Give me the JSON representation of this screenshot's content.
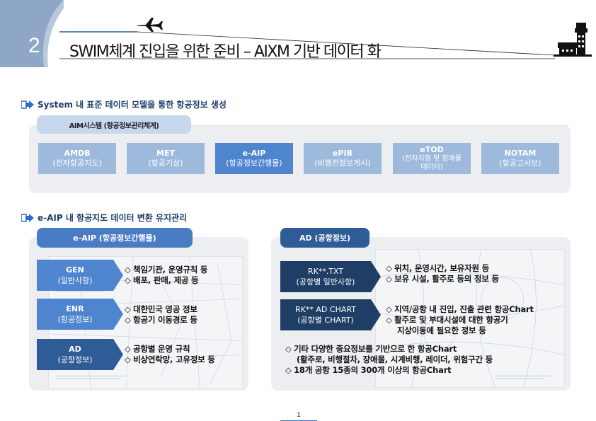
{
  "slide": {
    "number": "2",
    "title": "SWIM체계 진입을 위한 준비 – AIXM 기반 데이터 화",
    "page_number": "1"
  },
  "colors": {
    "header_blue": "#8ea7c6",
    "active_blue": "#4f84cf",
    "light_blue": "#9db9dc",
    "dark_blue": "#1f3e66",
    "mid_blue": "#4a7cc4",
    "section_text": "#1f3f6e"
  },
  "section1": {
    "heading": "System 내 표준 데이터 모델을 통한 항공정보 생성",
    "tag": "AIM시스템 (항공정보관리체계)",
    "systems": [
      {
        "name": "AMDB",
        "sub": "(전자항공지도)"
      },
      {
        "name": "MET",
        "sub": "(항공기상)"
      },
      {
        "name": "e-AIP",
        "sub": "(항공정보간행물)"
      },
      {
        "name": "ePIB",
        "sub": "(비행전정보게시)"
      },
      {
        "name": "eTOD",
        "sub": "(전자지형 및 장애물데이터)"
      },
      {
        "name": "NOTAM",
        "sub": "(항공고시보)"
      }
    ]
  },
  "section2": {
    "heading": "e-AIP 내 항공지도 데이터 변환 유지관리",
    "left": {
      "tab": "e-AIP (항공정보간행물)",
      "items": [
        {
          "name": "GEN",
          "sub": "(일반사항)",
          "bullets": [
            "책임기관, 운영규칙 등",
            "배포, 판매, 제공 등"
          ]
        },
        {
          "name": "ENR",
          "sub": "(항공정보)",
          "bullets": [
            "대한민국 영공 정보",
            "항공기 이동경로 등"
          ]
        },
        {
          "name": "AD",
          "sub": "(공항정보)",
          "bullets": [
            "공항별 운영 규칙",
            "비상연락망, 고유정보 등"
          ]
        }
      ]
    },
    "right": {
      "tab": "AD (공항정보)",
      "items": [
        {
          "name": "RK**.TXT",
          "sub": "(공항별 일반사항)",
          "bullets": [
            "위치, 운영시간, 보유자원 등",
            "보유 시설, 활주로 등의 정보 등"
          ]
        },
        {
          "name": "RK** AD CHART",
          "sub": "(공항별 CHART)",
          "bullets": [
            "지역/공항 내 진입, 진출 관련 항공Chart",
            "활주로 및 부대시설에 대한 항공기"
          ],
          "continuation": "지상이동에 필요한 정보 등"
        }
      ],
      "bottom_bullets": [
        {
          "text": "기타 다양한 중요정보를 기반으로 한 항공Chart",
          "continuation": "(활주로, 비행절차, 장애물, 시계비행, 레이더, 위험구간 등"
        },
        {
          "text": "18개 공항 15종의 300개 이상의 항공Chart"
        }
      ]
    }
  },
  "icons": [
    "airplane-icon",
    "control-tower-icon",
    "section-arrow-icon"
  ]
}
